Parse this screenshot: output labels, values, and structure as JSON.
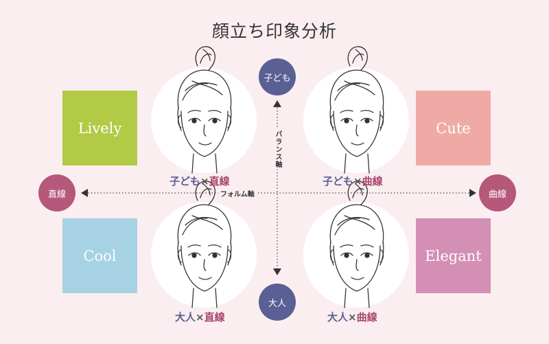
{
  "title": "顔立ち印象分析",
  "axes": {
    "vertical": {
      "top": "子ども",
      "bottom": "大人",
      "label": "バランス軸"
    },
    "horizontal": {
      "left": "直線",
      "right": "曲線",
      "label": "フォルム軸"
    }
  },
  "quadrants": {
    "top_left": {
      "prefix": "子ども",
      "times": "×",
      "suffix": "直線",
      "tile": "Lively"
    },
    "top_right": {
      "prefix": "子ども",
      "times": "×",
      "suffix": "曲線",
      "tile": "Cute"
    },
    "bottom_left": {
      "prefix": "大人",
      "times": "×",
      "suffix": "直線",
      "tile": "Cool"
    },
    "bottom_right": {
      "prefix": "大人",
      "times": "×",
      "suffix": "曲線",
      "tile": "Elegant"
    }
  },
  "colors": {
    "background": "#fbeef0",
    "child_node": "#5a5f94",
    "adult_node": "#5a5f94",
    "straight_node": "#b5587a",
    "curve_node": "#b5587a",
    "lively": "#b2ca45",
    "cute": "#f0aaa6",
    "cool": "#a6d2e3",
    "elegant": "#d48fb5",
    "label_blue": "#5a5f94",
    "label_magenta": "#a8466f"
  },
  "icons": [
    "woman-face-icon"
  ]
}
